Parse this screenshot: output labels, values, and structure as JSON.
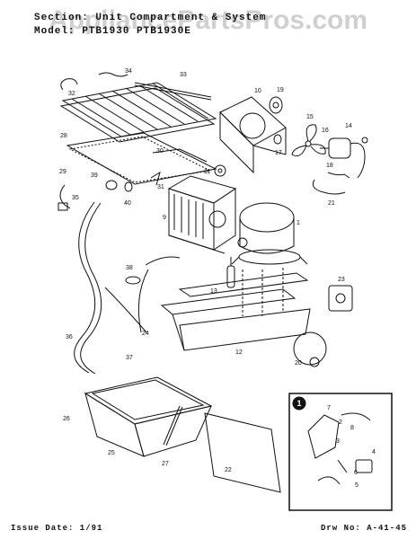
{
  "header": {
    "section_line": "Section: Unit Compartment & System",
    "model_line": "Model: PTB1930 PTB1930E"
  },
  "watermark": "AppliancePartsPros.com",
  "inset_marker": "1",
  "callouts": [
    "1",
    "2",
    "3",
    "4",
    "5",
    "6",
    "7",
    "8",
    "9",
    "10",
    "11",
    "12",
    "13",
    "14",
    "15",
    "16",
    "17",
    "18",
    "19",
    "20",
    "21",
    "22",
    "23",
    "24",
    "25",
    "26",
    "27",
    "28",
    "29",
    "30",
    "31",
    "32",
    "33",
    "34",
    "35",
    "36",
    "37",
    "38",
    "39",
    "40"
  ],
  "footer": {
    "issue": "Issue Date: 1/91",
    "drawing": "Drw No: A-41-45"
  },
  "colors": {
    "ink": "#111111",
    "paper": "#ffffff",
    "watermark": "#969696"
  }
}
